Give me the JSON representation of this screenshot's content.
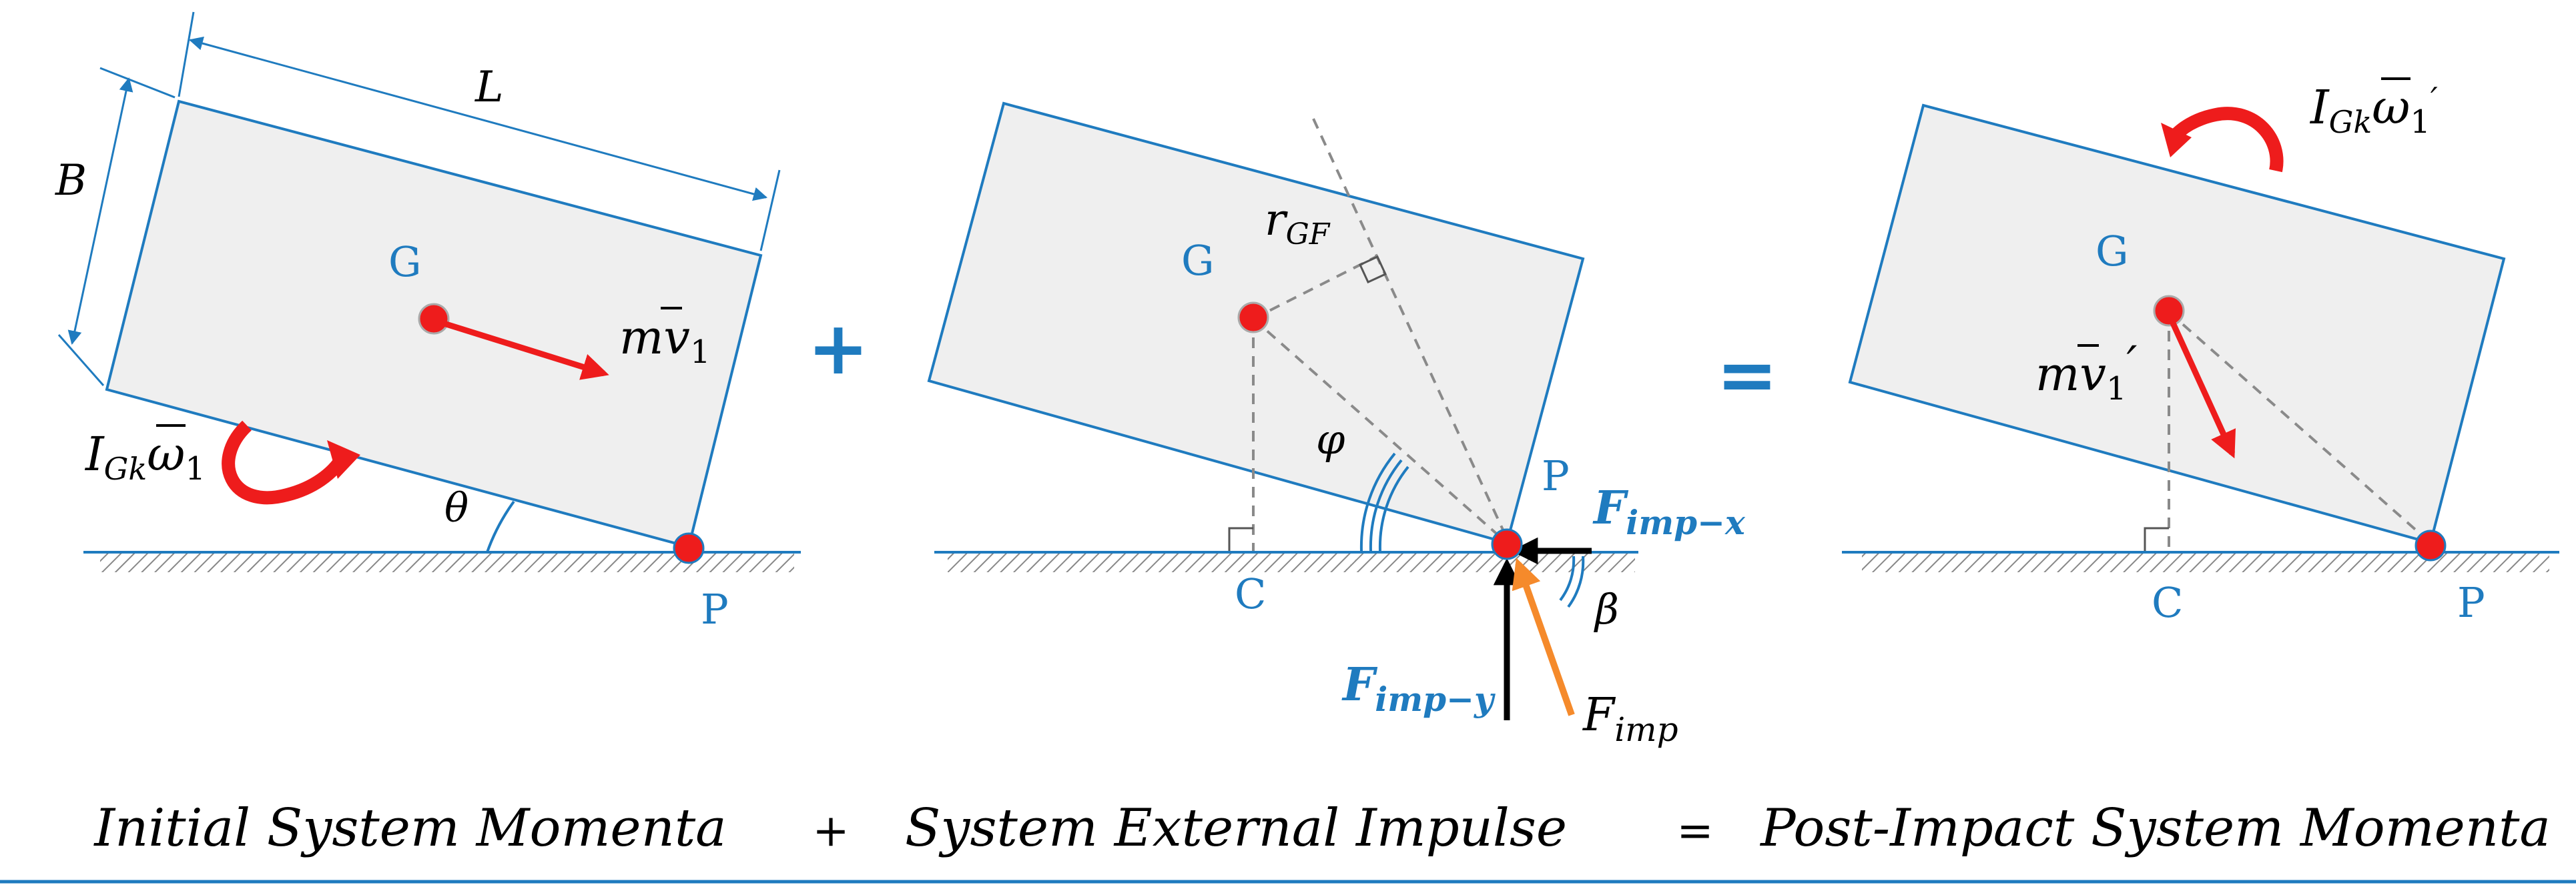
{
  "colors": {
    "outline": "#1f7bbf",
    "label_blue": "#1f7bbf",
    "fill": "#efefef",
    "red": "#ee1c1c",
    "orange": "#f58a2b",
    "black": "#000000",
    "dash": "#8a8a8a"
  },
  "panel1": {
    "dim_L": "L",
    "dim_B": "B",
    "point_G": "G",
    "point_P": "P",
    "angle_theta": "θ",
    "momentum_label": {
      "main": "m",
      "over": "v",
      "sub": "1"
    },
    "angmom_label": {
      "main": "I",
      "sub": "Gk",
      "over": "ω",
      "sub2": "1"
    }
  },
  "panel2": {
    "point_G": "G",
    "point_P": "P",
    "point_C": "C",
    "r_label": {
      "main": "r",
      "sub": "GF"
    },
    "angle_phi": "φ",
    "angle_beta": "β",
    "force_x": {
      "main": "F",
      "sub": "imp−x"
    },
    "force_y": {
      "main": "F",
      "sub": "imp−y"
    },
    "force_imp": {
      "main": "F",
      "sub": "imp"
    }
  },
  "panel3": {
    "point_G": "G",
    "point_P": "P",
    "point_C": "C",
    "momentum_label": {
      "main": "m",
      "over": "v",
      "sub": "1",
      "prime": "′"
    },
    "angmom_label": {
      "main": "I",
      "sub": "Gk",
      "over": "ω",
      "sub2": "1",
      "prime": "′"
    }
  },
  "operators": {
    "plus": "+",
    "equals": "="
  },
  "captions": {
    "initial": "Initial System Momenta",
    "plus": "+",
    "impulse": "System External Impulse",
    "equals": "=",
    "post": "Post-Impact System Momenta"
  }
}
